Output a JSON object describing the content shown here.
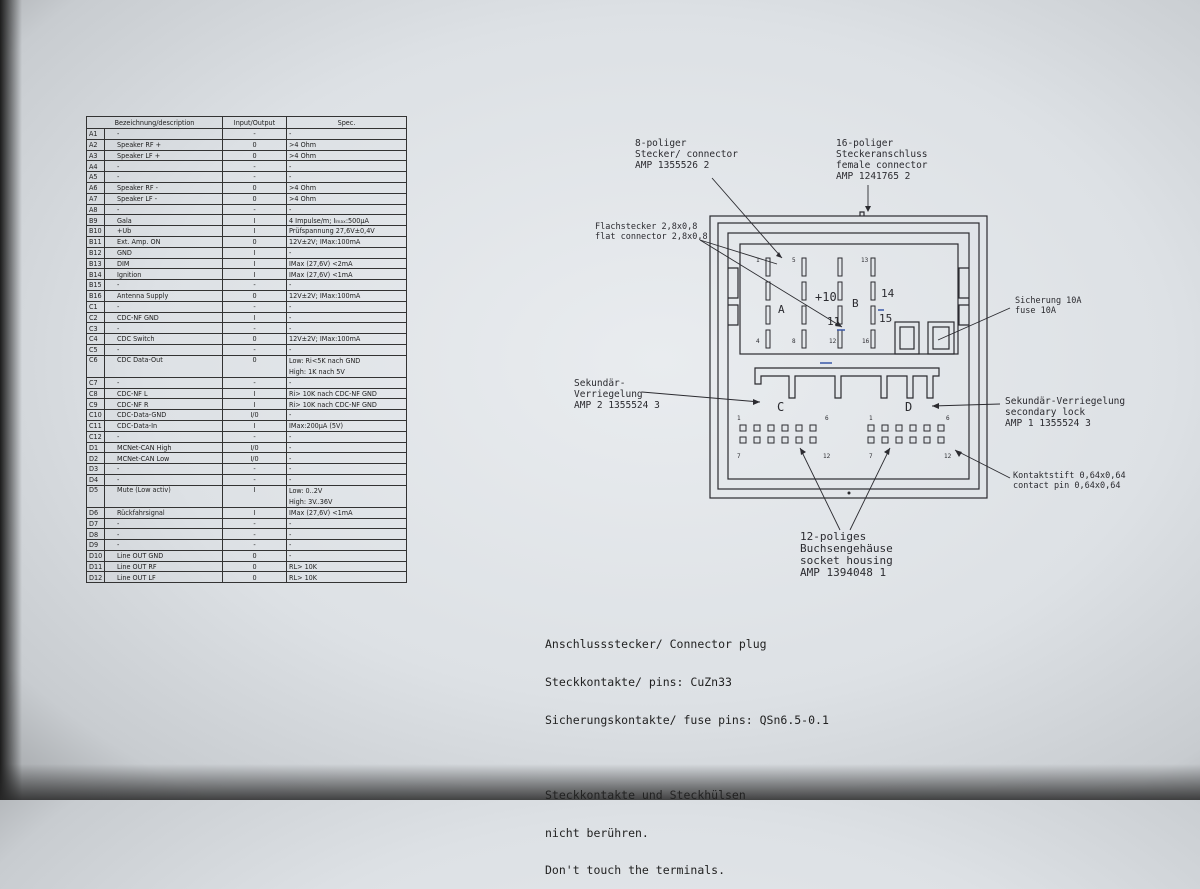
{
  "table": {
    "headers": [
      "Bezeichnung/description",
      "Input/Output",
      "Spec."
    ],
    "rows": [
      {
        "pin": "A1",
        "desc": "-",
        "io": "-",
        "spec": "-"
      },
      {
        "pin": "A2",
        "desc": "Speaker RF +",
        "io": "0",
        "spec": ">4 Ohm"
      },
      {
        "pin": "A3",
        "desc": "Speaker LF +",
        "io": "0",
        "spec": ">4 Ohm"
      },
      {
        "pin": "A4",
        "desc": "-",
        "io": "-",
        "spec": "-"
      },
      {
        "pin": "A5",
        "desc": "-",
        "io": "-",
        "spec": "-"
      },
      {
        "pin": "A6",
        "desc": "Speaker RF -",
        "io": "0",
        "spec": ">4 Ohm"
      },
      {
        "pin": "A7",
        "desc": "Speaker LF -",
        "io": "0",
        "spec": ">4 Ohm"
      },
      {
        "pin": "A8",
        "desc": "-",
        "io": "-",
        "spec": "-"
      },
      {
        "pin": "B9",
        "desc": "Gala",
        "io": "I",
        "spec": "4 Impulse/m; Iₗₘₐₓ:500μA"
      },
      {
        "pin": "B10",
        "desc": "+Ub",
        "io": "I",
        "spec": "Prüfspannung 27,6V±0,4V"
      },
      {
        "pin": "B11",
        "desc": "Ext. Amp. ON",
        "io": "0",
        "spec": "12V±2V; IMax:100mA"
      },
      {
        "pin": "B12",
        "desc": "GND",
        "io": "I",
        "spec": "-"
      },
      {
        "pin": "B13",
        "desc": "DIM",
        "io": "I",
        "spec": "IMax (27,6V) <2mA"
      },
      {
        "pin": "B14",
        "desc": "Ignition",
        "io": "I",
        "spec": "IMax (27,6V) <1mA"
      },
      {
        "pin": "B15",
        "desc": "-",
        "io": "-",
        "spec": "-"
      },
      {
        "pin": "B16",
        "desc": "Antenna Supply",
        "io": "0",
        "spec": "12V±2V; IMax:100mA"
      },
      {
        "pin": "C1",
        "desc": "-",
        "io": "-",
        "spec": "-"
      },
      {
        "pin": "C2",
        "desc": "CDC-NF GND",
        "io": "I",
        "spec": "-"
      },
      {
        "pin": "C3",
        "desc": "-",
        "io": "-",
        "spec": "-"
      },
      {
        "pin": "C4",
        "desc": "CDC Switch",
        "io": "0",
        "spec": "12V±2V; IMax:100mA"
      },
      {
        "pin": "C5",
        "desc": "-",
        "io": "-",
        "spec": "-"
      },
      {
        "pin": "C6",
        "desc": "CDC Data-Out",
        "io": "0",
        "spec": "Low: Ri<5K nach GND",
        "spec2": "High: 1K nach 5V"
      },
      {
        "pin": "C7",
        "desc": "-",
        "io": "-",
        "spec": "-"
      },
      {
        "pin": "C8",
        "desc": "CDC-NF L",
        "io": "I",
        "spec": "Ri> 10K nach CDC-NF GND"
      },
      {
        "pin": "C9",
        "desc": "CDC-NF R",
        "io": "I",
        "spec": "Ri> 10K nach CDC-NF GND"
      },
      {
        "pin": "C10",
        "desc": "CDC-Data-GND",
        "io": "I/0",
        "spec": "-"
      },
      {
        "pin": "C11",
        "desc": "CDC-Data-In",
        "io": "I",
        "spec": "IMax:200μA (5V)"
      },
      {
        "pin": "C12",
        "desc": "-",
        "io": "-",
        "spec": "-"
      },
      {
        "pin": "D1",
        "desc": "MCNet-CAN High",
        "io": "I/0",
        "spec": "-"
      },
      {
        "pin": "D2",
        "desc": "MCNet-CAN Low",
        "io": "I/0",
        "spec": "-"
      },
      {
        "pin": "D3",
        "desc": "-",
        "io": "-",
        "spec": "-"
      },
      {
        "pin": "D4",
        "desc": "-",
        "io": "-",
        "spec": "-"
      },
      {
        "pin": "D5",
        "desc": "Mute (Low activ)",
        "io": "I",
        "spec": "Low: 0..2V",
        "spec2": "High: 3V..36V"
      },
      {
        "pin": "D6",
        "desc": "Rückfahrsignal",
        "io": "I",
        "spec": "IMax (27,6V) <1mA"
      },
      {
        "pin": "D7",
        "desc": "-",
        "io": "-",
        "spec": "-"
      },
      {
        "pin": "D8",
        "desc": "-",
        "io": "-",
        "spec": "-"
      },
      {
        "pin": "D9",
        "desc": "-",
        "io": "-",
        "spec": "-"
      },
      {
        "pin": "D10",
        "desc": "Line OUT GND",
        "io": "0",
        "spec": "-"
      },
      {
        "pin": "D11",
        "desc": "Line OUT RF",
        "io": "0",
        "spec": "RL> 10K"
      },
      {
        "pin": "D12",
        "desc": "Line OUT LF",
        "io": "0",
        "spec": "RL> 10K"
      }
    ]
  },
  "diagram": {
    "label_8pin": [
      "8-poliger",
      "Stecker/ connector",
      "AMP 1355526 2"
    ],
    "label_16pin": [
      "16-poliger",
      "Steckeranschluss",
      "female connector",
      "AMP 1241765 2"
    ],
    "label_flat": [
      "Flachstecker 2,8x0,8",
      "flat connector 2,8x0,8"
    ],
    "label_fuse": [
      "Sicherung 10A",
      "fuse 10A"
    ],
    "label_sek_left": [
      "Sekundär-",
      "Verriegelung",
      "AMP 2 1355524 3"
    ],
    "label_sek_right": [
      "Sekundär-Verriegelung",
      "secondary lock",
      "AMP 1 1355524 3"
    ],
    "label_contact": [
      "Kontaktstift 0,64x0,64",
      "contact pin 0,64x0,64"
    ],
    "label_12pin": [
      "12-poliges",
      "Buchsengehäuse",
      "socket housing",
      "AMP 1394048 1"
    ],
    "section_A": "A",
    "section_B": "B",
    "section_C": "C",
    "section_D": "D",
    "pin_nums": {
      "a1": "1",
      "a5": "5",
      "a4": "4",
      "a8": "8",
      "b13": "13",
      "b12": "12",
      "b16": "16",
      "c1": "1",
      "c6": "6",
      "c7": "7",
      "c12": "12",
      "d1": "1",
      "d6": "6",
      "d7": "7",
      "d12": "12"
    },
    "handwritten": {
      "plus10": "+10",
      "num14": "14",
      "num11": "11",
      "num15": "15"
    }
  },
  "notes": {
    "line1": "Anschlussstecker/ Connector plug",
    "line2": "Steckkontakte/ pins: CuZn33",
    "line3": "Sicherungskontakte/ fuse pins: QSn6.5-0.1",
    "line4": "Steckkontakte und Steckhülsen",
    "line5": "nicht berühren.",
    "line6": "Don't touch the terminals."
  },
  "colors": {
    "ink": "#2b2b30",
    "pen_blue": "#3a58a8"
  }
}
